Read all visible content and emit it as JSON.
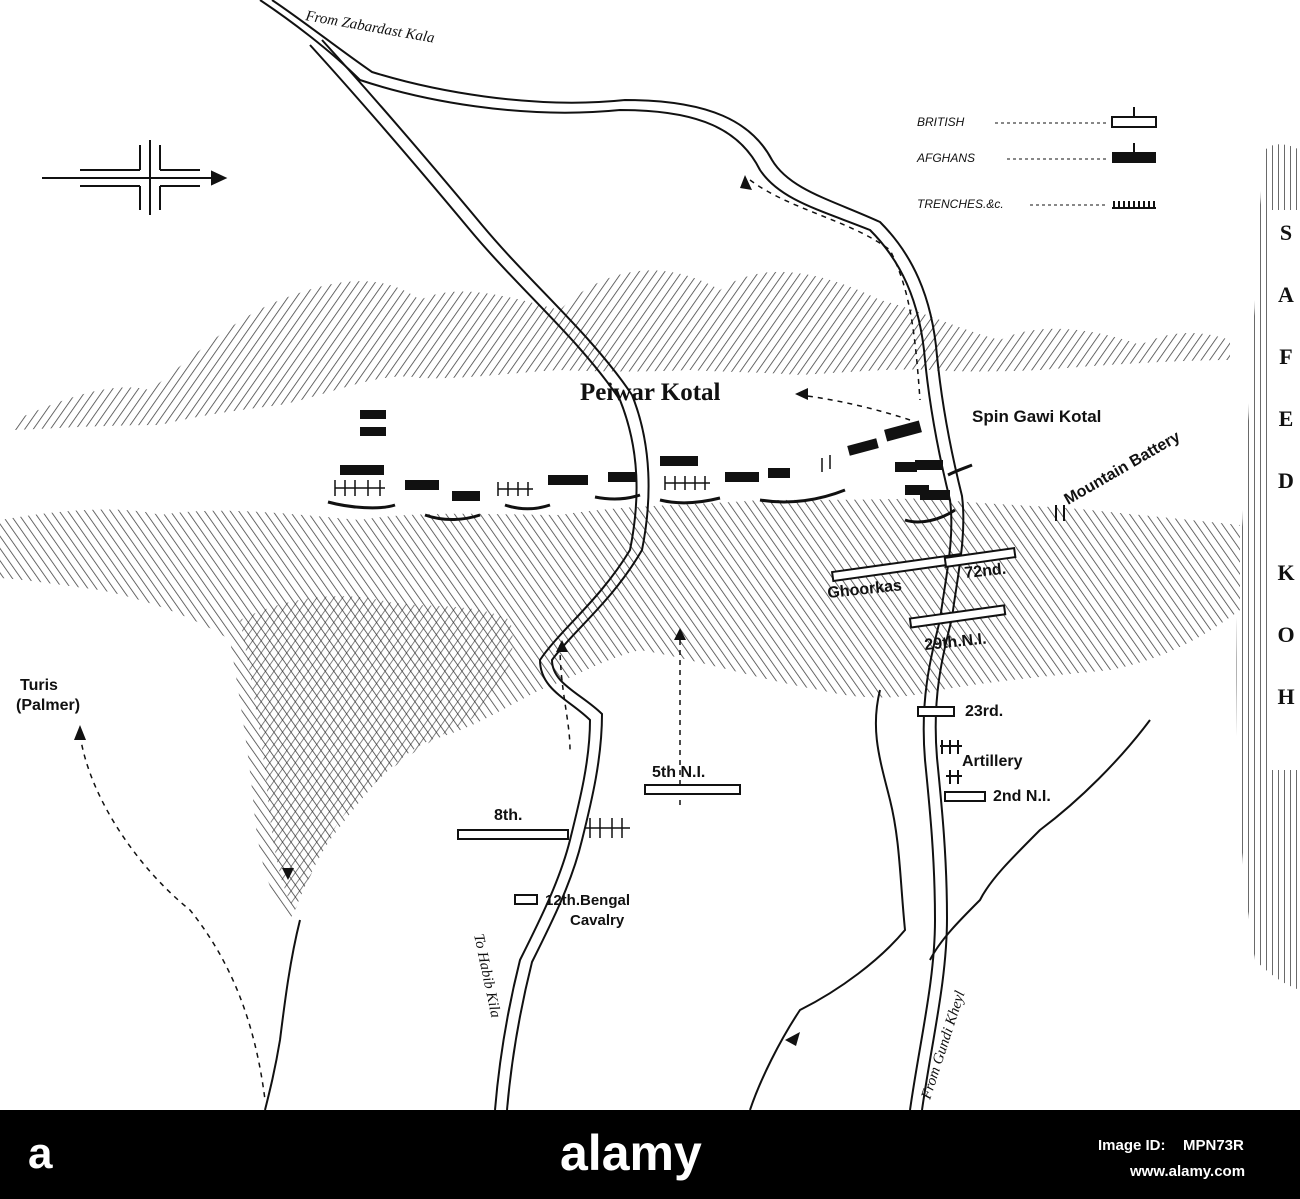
{
  "map": {
    "labels": {
      "peiwar_kotal": "Peiwar Kotal",
      "spin_gawi_kotal": "Spin Gawi Kotal",
      "mountain_battery": "Mountain Battery",
      "safed_koh": "SAFED KOH",
      "turis_1": "Turis",
      "turis_2": "(Palmer)",
      "ghoorkas": "Ghoorkas",
      "seventy_second": "72nd.",
      "twenty_ninth_ni": "29th.N.I.",
      "twenty_third": "23rd.",
      "artillery": "Artillery",
      "second_ni": "2nd N.I.",
      "fifth_ni": "5th N.I.",
      "eighth": "8th.",
      "twelfth_bengal_1": "12th.Bengal",
      "twelfth_bengal_2": "Cavalry",
      "from_zabardast_kala": "From Zabardast Kala",
      "to_habib_kila": "To Habib Kila",
      "from_gundi_kheyl": "From Gundi Kheyl"
    },
    "legend": [
      {
        "label": "BRITISH",
        "symbol": "british"
      },
      {
        "label": "AFGHANS",
        "symbol": "afghans"
      },
      {
        "label": "TRENCHES.&c.",
        "symbol": "trenches"
      }
    ],
    "colors": {
      "ink": "#111111",
      "paper": "#ffffff"
    }
  },
  "footer": {
    "brand": "alamy",
    "prefix": "a",
    "image_id_label": "Image ID:",
    "image_id": "MPN73R",
    "site": "www.alamy.com"
  }
}
